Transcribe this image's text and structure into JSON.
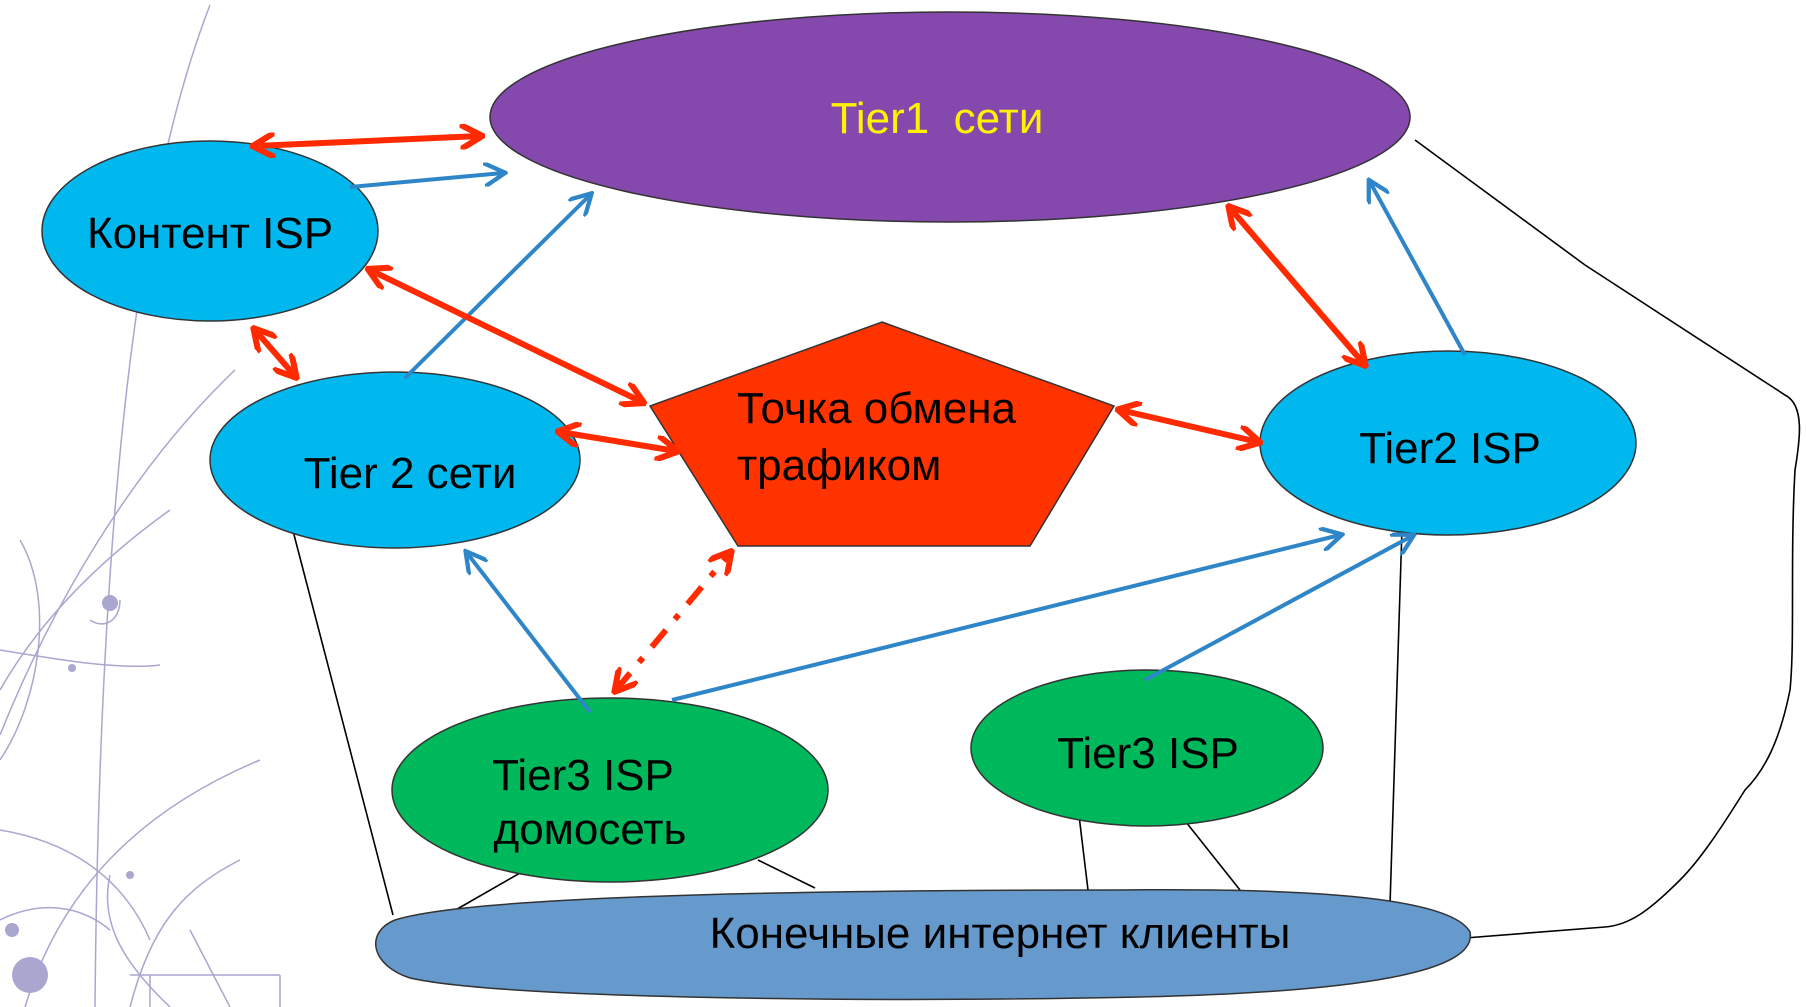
{
  "nodes": {
    "tier1": {
      "label": "Tier1  сети",
      "fill": "#8549AE",
      "text_color": "#FFF200"
    },
    "content_isp": {
      "label": "Контент ISP",
      "fill": "#00B8EE"
    },
    "tier2_nets": {
      "label": "Tier 2 сети",
      "fill": "#00B8EE"
    },
    "ixp": {
      "label_lines": [
        "Точка обмена",
        "трафиком"
      ],
      "fill": "#FF3300"
    },
    "tier2_isp": {
      "label": "Tier2 ISP",
      "fill": "#00B8EE"
    },
    "tier3_home": {
      "label_lines": [
        "Tier3 ISP",
        "домосеть"
      ],
      "fill": "#00B85C"
    },
    "tier3_isp": {
      "label": "Tier3 ISP",
      "fill": "#00B85C"
    },
    "end_clients": {
      "label": "Конечные интернет клиенты",
      "fill": "#6699CC"
    }
  },
  "edges": {
    "peering_color": "#FF2A00",
    "transit_color": "#2E86C8",
    "access_color": "#000000",
    "peering": [
      {
        "from": "content_isp",
        "to": "tier1"
      },
      {
        "from": "content_isp",
        "to": "tier2_nets"
      },
      {
        "from": "content_isp",
        "to": "ixp"
      },
      {
        "from": "tier2_nets",
        "to": "ixp"
      },
      {
        "from": "ixp",
        "to": "tier2_isp"
      },
      {
        "from": "tier1",
        "to": "tier2_isp"
      },
      {
        "from": "tier3_home",
        "to": "ixp",
        "style": "dashed"
      }
    ],
    "transit": [
      {
        "from": "content_isp",
        "to": "tier1"
      },
      {
        "from": "tier2_nets",
        "to": "tier1"
      },
      {
        "from": "tier2_isp",
        "to": "tier1"
      },
      {
        "from": "tier3_home",
        "to": "tier2_nets"
      },
      {
        "from": "tier3_home",
        "to": "tier2_isp"
      },
      {
        "from": "tier3_isp",
        "to": "tier2_isp"
      }
    ]
  }
}
